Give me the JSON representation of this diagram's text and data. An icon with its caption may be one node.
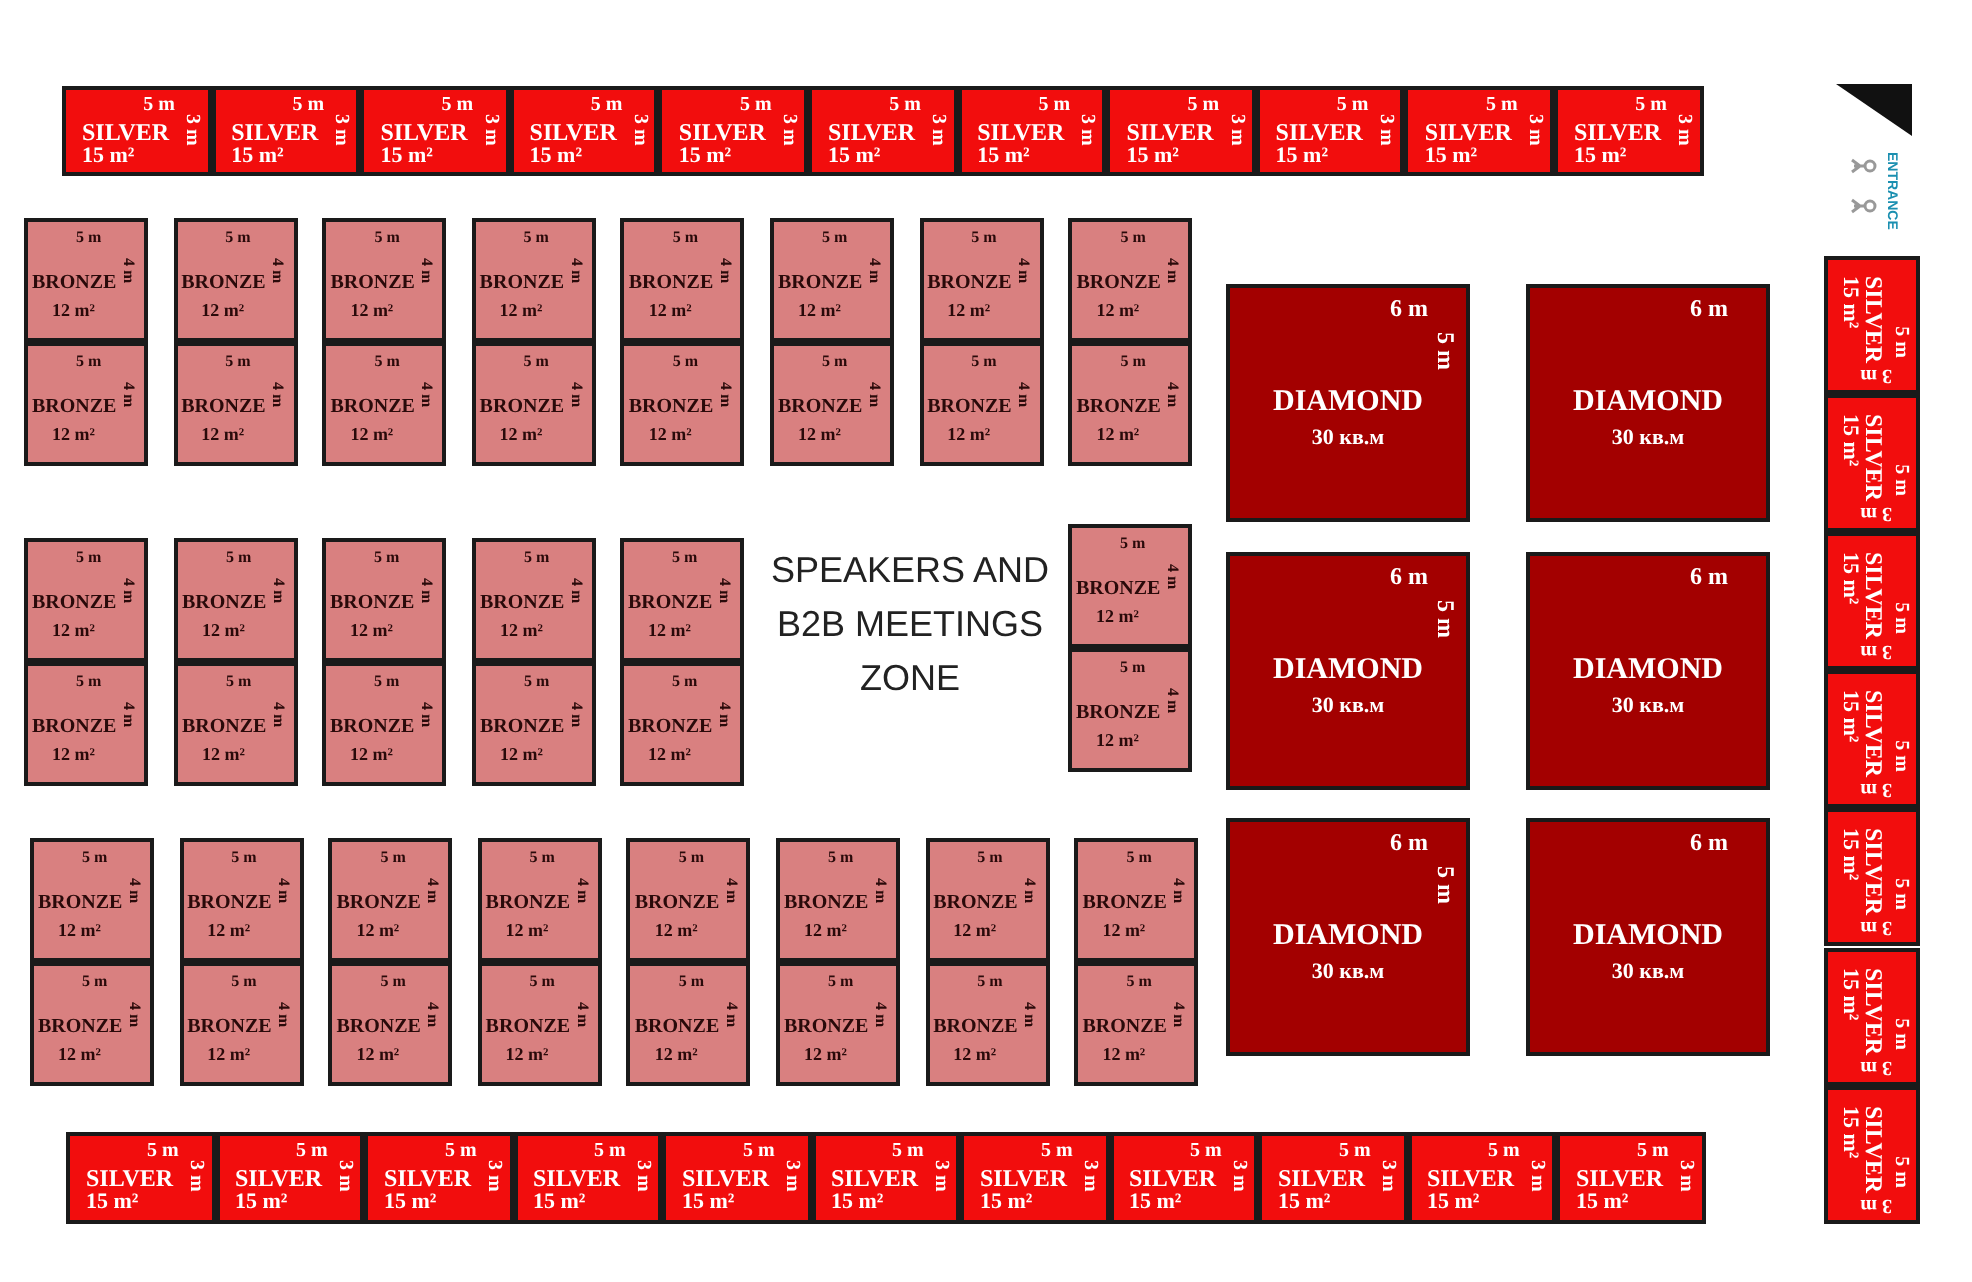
{
  "diagram": {
    "nodes": [
      {
        "text": [
          "SILVER",
          "15 m²",
          "5 m",
          "3 m"
        ]
      },
      {
        "text": [
          "SILVER",
          "15 m²",
          "5 m",
          "3 m"
        ]
      },
      {
        "text": [
          "SILVER",
          "15 m²",
          "5 m",
          "3 m"
        ]
      },
      {
        "text": [
          "SILVER",
          "15 m²",
          "5 m",
          "3 m"
        ]
      },
      {
        "text": [
          "SILVER",
          "15 m²",
          "5 m",
          "3 m"
        ]
      },
      {
        "text": [
          "SILVER",
          "15 m²",
          "5 m",
          "3 m"
        ]
      },
      {
        "text": [
          "SILVER",
          "15 m²",
          "5 m",
          "3 m"
        ]
      },
      {
        "text": [
          "SILVER",
          "15 m²",
          "5 m",
          "3 m"
        ]
      },
      {
        "text": [
          "SILVER",
          "15 m²",
          "5 m",
          "3 m"
        ]
      },
      {
        "text": [
          "SILVER",
          "15 m²",
          "5 m",
          "3 m"
        ]
      },
      {
        "text": [
          "SILVER",
          "15 m²",
          "5 m",
          "3 m"
        ]
      },
      {
        "text": [
          "SILVER",
          "15 m²",
          "5 m",
          "3 m"
        ]
      },
      {
        "text": [
          "SILVER",
          "15 m²",
          "5 m",
          "3 m"
        ]
      },
      {
        "text": [
          "SILVER",
          "15 m²",
          "5 m",
          "3 m"
        ]
      },
      {
        "text": [
          "SILVER",
          "15 m²",
          "5 m",
          "3 m"
        ]
      },
      {
        "text": [
          "SILVER",
          "15 m²",
          "5 m",
          "3 m"
        ]
      },
      {
        "text": [
          "SILVER",
          "15 m²",
          "5 m",
          "3 m"
        ]
      },
      {
        "text": [
          "SILVER",
          "15 m²",
          "5 m",
          "3 m"
        ]
      },
      {
        "text": [
          "BRONZE",
          "12 m²",
          "5 m",
          "4 m"
        ]
      },
      {
        "text": [
          "BRONZE",
          "12 m²",
          "5 m",
          "4 m"
        ]
      },
      {
        "text": [
          "BRONZE",
          "12 m²",
          "5 m",
          "4 m"
        ]
      },
      {
        "text": [
          "BRONZE",
          "12 m²",
          "5 m",
          "4 m"
        ]
      },
      {
        "text": [
          "BRONZE",
          "12 m²",
          "5 m",
          "4 m"
        ]
      },
      {
        "text": [
          "BRONZE",
          "12 m²",
          "5 m",
          "4 m"
        ]
      },
      {
        "text": [
          "BRONZE",
          "12 m²",
          "5 m",
          "4 m"
        ]
      },
      {
        "text": [
          "BRONZE",
          "12 m²",
          "5 m",
          "4 m"
        ]
      },
      {
        "text": [
          "BRONZE",
          "12 m²",
          "5 m",
          "4 m"
        ]
      },
      {
        "text": [
          "BRONZE",
          "12 m²",
          "5 m",
          "4 m"
        ]
      },
      {
        "text": [
          "BRONZE",
          "12 m²",
          "5 m",
          "4 m"
        ]
      },
      {
        "text": [
          "BRONZE",
          "12 m²",
          "5 m",
          "4 m"
        ]
      },
      {
        "text": [
          "BRONZE",
          "12 m²",
          "5 m",
          "4 m"
        ]
      },
      {
        "text": [
          "BRONZE",
          "12 m²",
          "5 m",
          "4 m"
        ]
      },
      {
        "text": [
          "BRONZE",
          "12 m²",
          "5 m",
          "4 m"
        ]
      },
      {
        "text": [
          "BRONZE",
          "12 m²",
          "5 m",
          "4 m"
        ]
      },
      {
        "text": [
          "DIAMOND",
          "30 кв.м",
          "6 m",
          "5 m"
        ]
      },
      {
        "text": [
          "DIAMOND",
          "30 кв.м",
          "6 m"
        ]
      },
      {
        "text": [
          "DIAMOND",
          "30 кв.м",
          "6 m",
          "5 m"
        ]
      },
      {
        "text": [
          "DIAMOND",
          "30 кв.м",
          "6 m"
        ]
      },
      {
        "text": [
          "DIAMOND",
          "30 кв.м",
          "6 m",
          "5 m"
        ]
      },
      {
        "text": [
          "DIAMOND",
          "30 кв.м",
          "6 m"
        ]
      },
      {
        "text": [
          "BRONZE",
          "12 m²",
          "5 m",
          "4 m"
        ]
      },
      {
        "text": [
          "BRONZE",
          "12 m²",
          "5 m",
          "4 m"
        ]
      },
      {
        "text": [
          "BRONZE",
          "12 m²",
          "5 m",
          "4 m"
        ]
      },
      {
        "text": [
          "BRONZE",
          "12 m²",
          "5 m",
          "4 m"
        ]
      },
      {
        "text": [
          "BRONZE",
          "12 m²",
          "5 m",
          "4 m"
        ]
      },
      {
        "text": [
          "BRONZE",
          "12 m²",
          "5 m",
          "4 m"
        ]
      },
      {
        "text": [
          "BRONZE",
          "12 m²",
          "5 m",
          "4 m"
        ]
      },
      {
        "text": [
          "BRONZE",
          "12 m²",
          "5 m",
          "4 m"
        ]
      },
      {
        "text": [
          "BRONZE",
          "12 m²",
          "5 m",
          "4 m"
        ]
      },
      {
        "text": [
          "BRONZE",
          "12 m²",
          "5 m",
          "4 m"
        ]
      },
      {
        "text": [
          "BRONZE",
          "12 m²",
          "5 m",
          "4 m"
        ]
      },
      {
        "text": [
          "BRONZE",
          "12 m²",
          "5 m",
          "4 m"
        ]
      },
      {
        "text": [
          "BRONZE",
          "12 m²",
          "5 m",
          "4 m"
        ]
      },
      {
        "text": [
          "BRONZE",
          "12 m²",
          "5 m",
          "4 m"
        ]
      },
      {
        "text": [
          "BRONZE",
          "12 m²",
          "5 m",
          "4 m"
        ]
      },
      {
        "text": [
          "BRONZE",
          "12 m²",
          "5 m",
          "4 m"
        ]
      },
      {
        "text": [
          "BRONZE",
          "12 m²",
          "5 m",
          "4 m"
        ]
      },
      {
        "text": [
          "BRONZE",
          "12 m²",
          "5 m",
          "4 m"
        ]
      },
      {
        "text": [
          "BRONZE",
          "12 m²",
          "5 m",
          "4 m"
        ]
      },
      {
        "text": [
          "BRONZE",
          "12 m²",
          "5 m",
          "4 m"
        ]
      },
      {
        "text": [
          "BRONZE",
          "12 m²",
          "5 m",
          "4 m"
        ]
      },
      {
        "text": [
          "BRONZE",
          "12 m²",
          "5 m",
          "4 m"
        ]
      },
      {
        "text": [
          "BRONZE",
          "12 m²",
          "5 m",
          "4 m"
        ]
      },
      {
        "text": [
          "BRONZE",
          "12 m²",
          "5 m",
          "4 m"
        ]
      },
      {
        "text": [
          "BRONZE",
          "12 m²",
          "5 m",
          "4 m"
        ]
      },
      {
        "text": [
          "BRONZE",
          "12 m²",
          "5 m",
          "4 m"
        ]
      },
      {
        "text": [
          "BRONZE",
          "12 m²",
          "5 m",
          "4 m"
        ]
      },
      {
        "text": [
          "BRONZE",
          "12 m²",
          "5 m",
          "4 m"
        ]
      },
      {
        "text": [
          "SILVER",
          "15 m²",
          "5 m",
          "3 m"
        ]
      },
      {
        "text": [
          "SILVER",
          "15 m²",
          "5 m",
          "3 m"
        ]
      },
      {
        "text": [
          "SILVER",
          "15 m²",
          "5 m",
          "3 m"
        ]
      },
      {
        "text": [
          "SILVER",
          "15 m²",
          "5 m",
          "3 m"
        ]
      },
      {
        "text": [
          "SILVER",
          "15 m²",
          "5 m",
          "3 m"
        ]
      },
      {
        "text": [
          "SILVER",
          "15 m²",
          "5 m",
          "3 m"
        ]
      },
      {
        "text": [
          "SILVER",
          "15 m²",
          "5 m",
          "3 m"
        ]
      },
      {
        "text": [
          "SILVER",
          "15 m²",
          "5 m",
          "3 m"
        ]
      },
      {
        "text": [
          "SILVER",
          "15 m²",
          "5 m",
          "3 m"
        ]
      },
      {
        "text": [
          "SILVER",
          "15 m²",
          "5 m",
          "3 m"
        ]
      },
      {
        "text": [
          "SILVER",
          "15 m²",
          "5 m",
          "3 m"
        ]
      }
    ],
    "labels": [
      "SPEAKERS AND B2B MEETINGS ZONE",
      "ENTRANCE"
    ]
  }
}
